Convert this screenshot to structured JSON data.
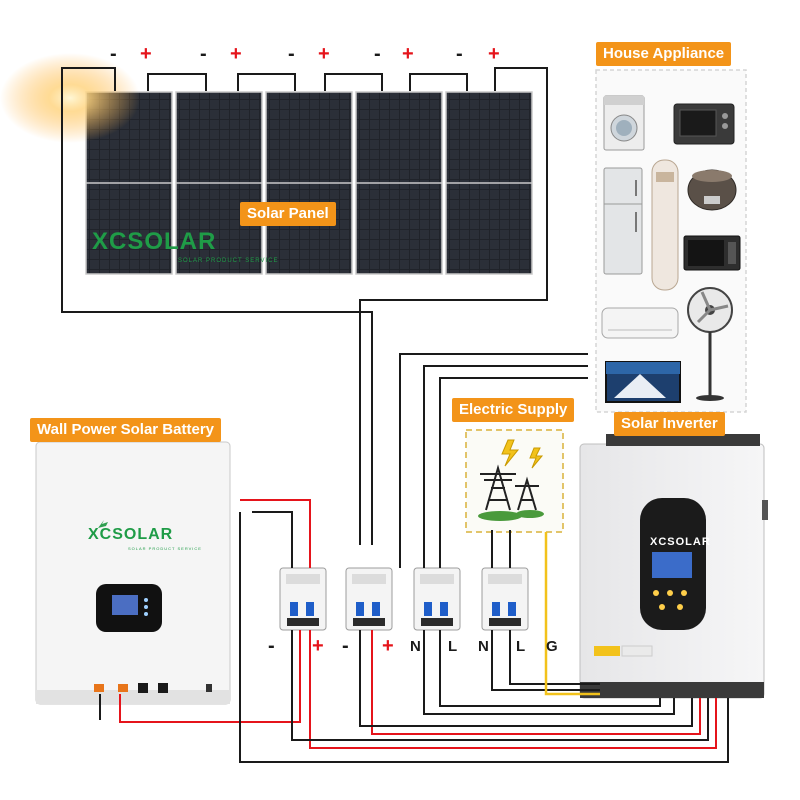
{
  "labels": {
    "solar_panel": "Solar Panel",
    "house_appliance": "House Appliance",
    "battery": "Wall Power Solar Battery",
    "electric_supply": "Electric Supply",
    "inverter": "Solar Inverter"
  },
  "brand": {
    "name": "XCSOLAR",
    "tagline": "SOLAR PRODUCT SERVICE"
  },
  "panel_polarity": [
    "-",
    "+",
    "-",
    "+",
    "-",
    "+",
    "-",
    "+",
    "-",
    "+"
  ],
  "breaker_terminals": [
    "-",
    "+",
    "-",
    "+",
    "N",
    "L",
    "N",
    "L",
    "G"
  ],
  "appliances": [
    "washing-machine",
    "toaster-oven",
    "refrigerator",
    "tower-air-conditioner",
    "rice-cooker",
    "microwave",
    "wall-air-conditioner",
    "stand-fan",
    "television"
  ],
  "colors": {
    "accent_orange": "#f39419",
    "positive_wire": "#e5141b",
    "negative_wire": "#1a1a1a",
    "ground_wire": "#f2c21b",
    "brand_green": "#1f9c47"
  }
}
